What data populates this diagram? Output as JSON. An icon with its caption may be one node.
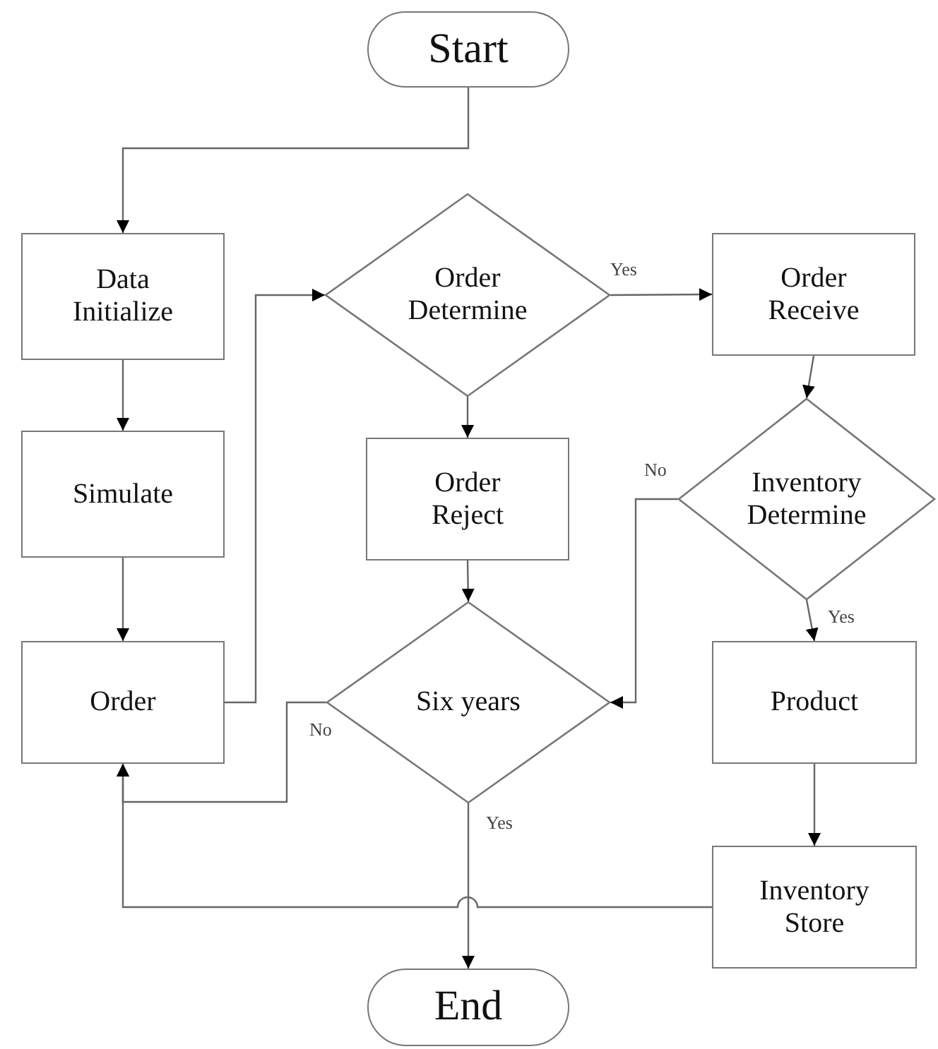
{
  "diagram": {
    "nodes": [
      {
        "text": [
          "Start"
        ]
      },
      {
        "text": [
          "Data Initialize"
        ]
      },
      {
        "text": [
          "Simulate"
        ]
      },
      {
        "text": [
          "Order"
        ]
      },
      {
        "text": [
          "Order Determine"
        ]
      },
      {
        "text": [
          "Order Receive"
        ]
      },
      {
        "text": [
          "Order Reject"
        ]
      },
      {
        "text": [
          "Inventory Determine"
        ]
      },
      {
        "text": [
          "Six years"
        ]
      },
      {
        "text": [
          "Product"
        ]
      },
      {
        "text": [
          "Inventory Store"
        ]
      },
      {
        "text": [
          "End"
        ]
      }
    ],
    "edges": [
      {
        "from": 0,
        "to": 1,
        "arrow": "to"
      },
      {
        "from": 1,
        "to": 2,
        "arrow": "to"
      },
      {
        "from": 2,
        "to": 3,
        "arrow": "to"
      },
      {
        "from": 3,
        "to": 4,
        "arrow": "to"
      },
      {
        "from": 4,
        "to": 5,
        "arrow": "to",
        "label": "Yes"
      },
      {
        "from": 4,
        "to": 6,
        "arrow": "to"
      },
      {
        "from": 5,
        "to": 7,
        "arrow": "to"
      },
      {
        "from": 7,
        "to": 8,
        "arrow": "to",
        "label": "No"
      },
      {
        "from": 7,
        "to": 9,
        "arrow": "to",
        "label": "Yes"
      },
      {
        "from": 6,
        "to": 8,
        "arrow": "to"
      },
      {
        "from": 8,
        "to": 3,
        "arrow": "to",
        "label": "No"
      },
      {
        "from": 8,
        "to": 11,
        "arrow": "to",
        "label": "Yes"
      },
      {
        "from": 9,
        "to": 10,
        "arrow": "to"
      },
      {
        "from": 10,
        "to": 3,
        "arrow": "to"
      }
    ]
  }
}
